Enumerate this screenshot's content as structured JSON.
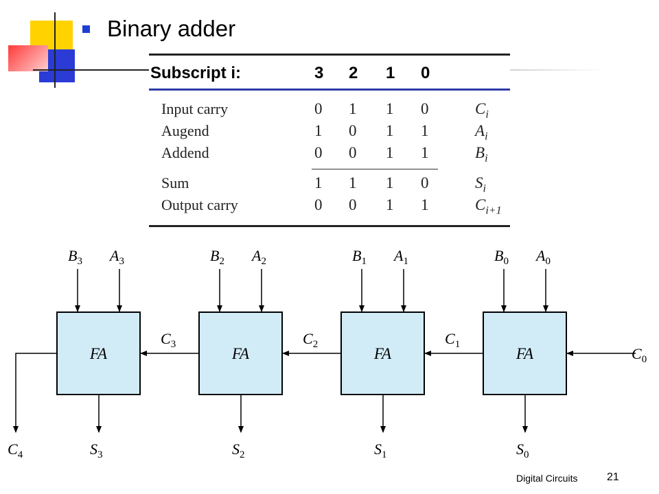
{
  "slide": {
    "title": "Binary adder",
    "footer": "Digital Circuits",
    "page_number": "21",
    "accent_color": "#1f3fd0"
  },
  "table": {
    "header_label": "Subscript i:",
    "header_values": [
      "3",
      "2",
      "1",
      "0"
    ],
    "rows": [
      {
        "label": "Input carry",
        "values": [
          "0",
          "1",
          "1",
          "0"
        ],
        "symbol": "C",
        "sub": "i"
      },
      {
        "label": "Augend",
        "values": [
          "1",
          "0",
          "1",
          "1"
        ],
        "symbol": "A",
        "sub": "i"
      },
      {
        "label": "Addend",
        "values": [
          "0",
          "0",
          "1",
          "1"
        ],
        "symbol": "B",
        "sub": "i"
      },
      {
        "label": "Sum",
        "values": [
          "1",
          "1",
          "1",
          "0"
        ],
        "symbol": "S",
        "sub": "i"
      },
      {
        "label": "Output carry",
        "values": [
          "0",
          "0",
          "1",
          "1"
        ],
        "symbol": "C",
        "sub": "i+1"
      }
    ]
  },
  "diagram": {
    "block_label": "FA",
    "block_fill": "#d2ecf7",
    "blocks": [
      {
        "b": "B",
        "b_sub": "3",
        "a": "A",
        "a_sub": "3",
        "s": "S",
        "s_sub": "3",
        "cin": "C",
        "cin_sub": "3"
      },
      {
        "b": "B",
        "b_sub": "2",
        "a": "A",
        "a_sub": "2",
        "s": "S",
        "s_sub": "2",
        "cin": "C",
        "cin_sub": "2"
      },
      {
        "b": "B",
        "b_sub": "1",
        "a": "A",
        "a_sub": "1",
        "s": "S",
        "s_sub": "1",
        "cin": "C",
        "cin_sub": "1"
      },
      {
        "b": "B",
        "b_sub": "0",
        "a": "A",
        "a_sub": "0",
        "s": "S",
        "s_sub": "0",
        "cin": "C",
        "cin_sub": "0"
      }
    ],
    "carry_out": {
      "label": "C",
      "sub": "4"
    }
  }
}
